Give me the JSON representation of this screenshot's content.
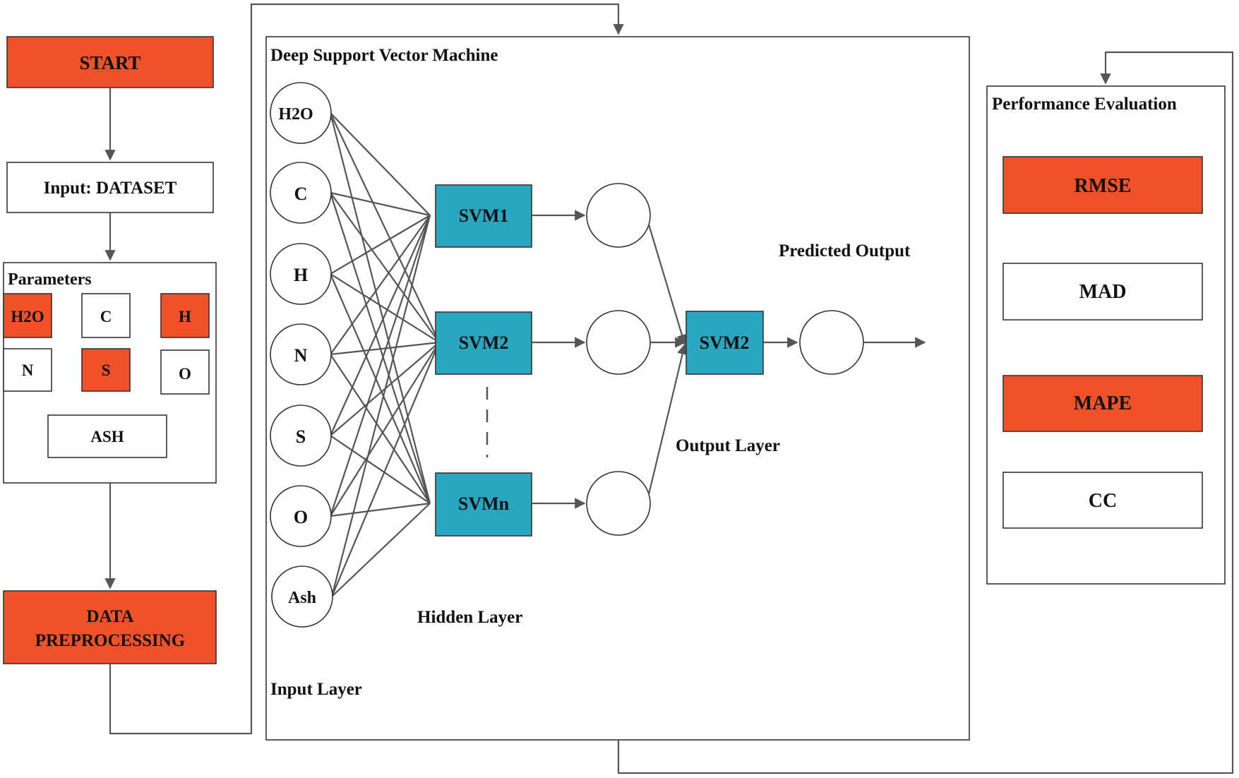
{
  "colors": {
    "orange": "#EF5228",
    "teal": "#2AA7C0",
    "white": "#FFFFFF",
    "stroke": "#333333",
    "connector": "#555555"
  },
  "flow": {
    "start": "START",
    "input": "Input: DATASET",
    "parameters": {
      "title": "Parameters",
      "items": [
        {
          "label": "H2O",
          "highlight": true
        },
        {
          "label": "C",
          "highlight": false
        },
        {
          "label": "H",
          "highlight": true
        },
        {
          "label": "N",
          "highlight": false
        },
        {
          "label": "S",
          "highlight": true
        },
        {
          "label": "O",
          "highlight": false
        },
        {
          "label": "ASH",
          "highlight": false
        }
      ]
    },
    "preprocessing": [
      "DATA",
      "PREPROCESSING"
    ]
  },
  "dsvm": {
    "title": "Deep Support Vector Machine",
    "input_nodes": [
      "H2O",
      "C",
      "H",
      "N",
      "S",
      "O",
      "Ash"
    ],
    "hidden_svms": [
      "SVM1",
      "SVM2",
      "SVMn"
    ],
    "output_svm": "SVM2",
    "labels": {
      "predicted_output": "Predicted Output",
      "output_layer": "Output Layer",
      "hidden_layer": "Hidden Layer",
      "input_layer": "Input Layer"
    }
  },
  "evaluation": {
    "title": "Performance Evaluation",
    "metrics": [
      {
        "label": "RMSE",
        "highlight": true
      },
      {
        "label": "MAD",
        "highlight": false
      },
      {
        "label": "MAPE",
        "highlight": true
      },
      {
        "label": "CC",
        "highlight": false
      }
    ]
  }
}
